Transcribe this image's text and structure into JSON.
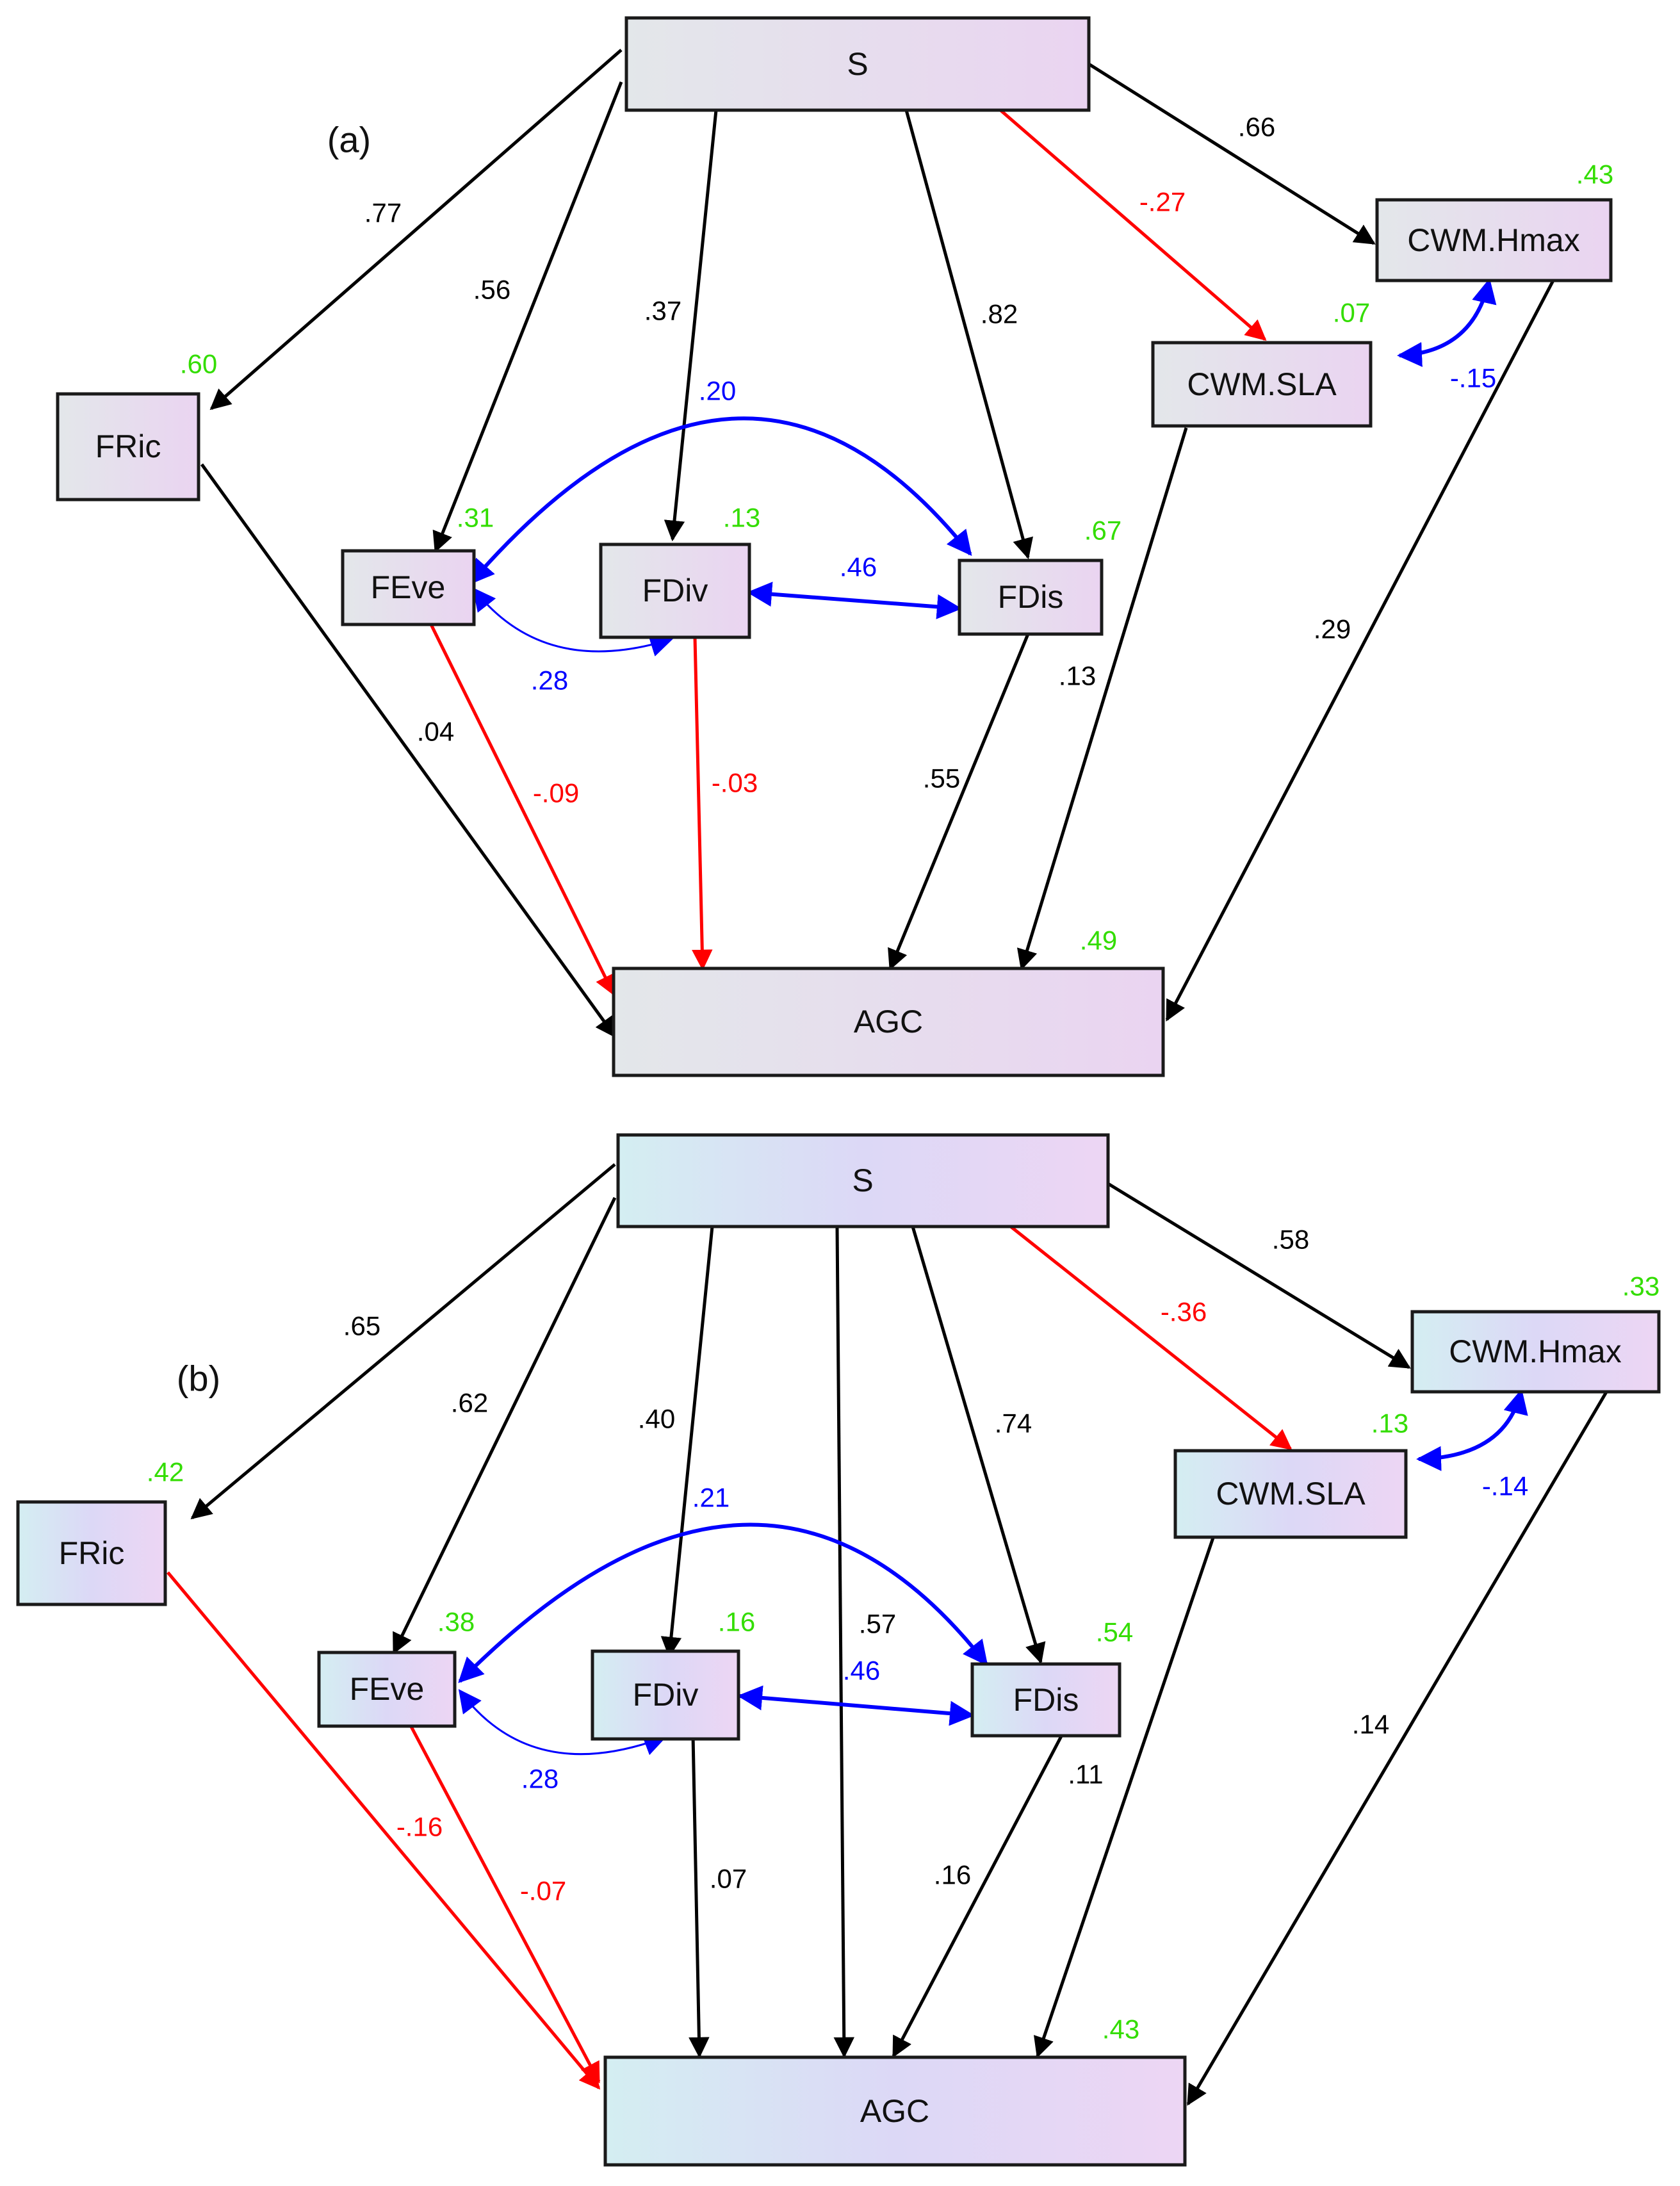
{
  "colors": {
    "positive_path": "#000000",
    "negative_path": "#ff0000",
    "correlation": "#0000ff",
    "r_squared": "#33dd00"
  },
  "panels": [
    {
      "label": "(a)",
      "nodes": {
        "S": {
          "label": "S"
        },
        "FRic": {
          "label": "FRic",
          "r2": ".60"
        },
        "FEve": {
          "label": "FEve",
          "r2": ".31"
        },
        "FDiv": {
          "label": "FDiv",
          "r2": ".13"
        },
        "FDis": {
          "label": "FDis",
          "r2": ".67"
        },
        "CWM_SLA": {
          "label": "CWM.SLA",
          "r2": ".07"
        },
        "CWM_Hmax": {
          "label": "CWM.Hmax",
          "r2": ".43"
        },
        "AGC": {
          "label": "AGC",
          "r2": ".49"
        }
      },
      "paths": [
        {
          "from": "S",
          "to": "FRic",
          "coef": ".77",
          "sign": "positive"
        },
        {
          "from": "S",
          "to": "FEve",
          "coef": ".56",
          "sign": "positive"
        },
        {
          "from": "S",
          "to": "FDiv",
          "coef": ".37",
          "sign": "positive"
        },
        {
          "from": "S",
          "to": "FDis",
          "coef": ".82",
          "sign": "positive"
        },
        {
          "from": "S",
          "to": "CWM_SLA",
          "coef": "-.27",
          "sign": "negative"
        },
        {
          "from": "S",
          "to": "CWM_Hmax",
          "coef": ".66",
          "sign": "positive"
        },
        {
          "from": "FRic",
          "to": "AGC",
          "coef": ".04",
          "sign": "positive"
        },
        {
          "from": "FEve",
          "to": "AGC",
          "coef": "-.09",
          "sign": "negative"
        },
        {
          "from": "FDiv",
          "to": "AGC",
          "coef": "-.03",
          "sign": "negative"
        },
        {
          "from": "FDis",
          "to": "AGC",
          "coef": ".55",
          "sign": "positive"
        },
        {
          "from": "CWM_SLA",
          "to": "AGC",
          "coef": ".13",
          "sign": "positive"
        },
        {
          "from": "CWM_Hmax",
          "to": "AGC",
          "coef": ".29",
          "sign": "positive"
        }
      ],
      "correlations": [
        {
          "between": [
            "FEve",
            "FDis"
          ],
          "coef": ".20"
        },
        {
          "between": [
            "FDiv",
            "FDis"
          ],
          "coef": ".46"
        },
        {
          "between": [
            "FEve",
            "FDiv"
          ],
          "coef": ".28"
        },
        {
          "between": [
            "CWM_SLA",
            "CWM_Hmax"
          ],
          "coef": "-.15"
        }
      ]
    },
    {
      "label": "(b)",
      "nodes": {
        "S": {
          "label": "S"
        },
        "FRic": {
          "label": "FRic",
          "r2": ".42"
        },
        "FEve": {
          "label": "FEve",
          "r2": ".38"
        },
        "FDiv": {
          "label": "FDiv",
          "r2": ".16"
        },
        "FDis": {
          "label": "FDis",
          "r2": ".54"
        },
        "CWM_SLA": {
          "label": "CWM.SLA",
          "r2": ".13"
        },
        "CWM_Hmax": {
          "label": "CWM.Hmax",
          "r2": ".33"
        },
        "AGC": {
          "label": "AGC",
          "r2": ".43"
        }
      },
      "paths": [
        {
          "from": "S",
          "to": "FRic",
          "coef": ".65",
          "sign": "positive"
        },
        {
          "from": "S",
          "to": "FEve",
          "coef": ".62",
          "sign": "positive"
        },
        {
          "from": "S",
          "to": "FDiv",
          "coef": ".40",
          "sign": "positive"
        },
        {
          "from": "S",
          "to": "AGC",
          "coef": ".57",
          "sign": "positive"
        },
        {
          "from": "S",
          "to": "FDis",
          "coef": ".74",
          "sign": "positive"
        },
        {
          "from": "S",
          "to": "CWM_SLA",
          "coef": "-.36",
          "sign": "negative"
        },
        {
          "from": "S",
          "to": "CWM_Hmax",
          "coef": ".58",
          "sign": "positive"
        },
        {
          "from": "FRic",
          "to": "AGC",
          "coef": "-.16",
          "sign": "negative"
        },
        {
          "from": "FEve",
          "to": "AGC",
          "coef": "-.07",
          "sign": "negative"
        },
        {
          "from": "FDiv",
          "to": "AGC",
          "coef": ".07",
          "sign": "positive"
        },
        {
          "from": "FDis",
          "to": "AGC",
          "coef": ".16",
          "sign": "positive"
        },
        {
          "from": "CWM_SLA",
          "to": "AGC",
          "coef": ".11",
          "sign": "positive"
        },
        {
          "from": "CWM_Hmax",
          "to": "AGC",
          "coef": ".14",
          "sign": "positive"
        }
      ],
      "correlations": [
        {
          "between": [
            "FEve",
            "FDis"
          ],
          "coef": ".21"
        },
        {
          "between": [
            "FDiv",
            "FDis"
          ],
          "coef": ".46"
        },
        {
          "between": [
            "FEve",
            "FDiv"
          ],
          "coef": ".28"
        },
        {
          "between": [
            "CWM_SLA",
            "CWM_Hmax"
          ],
          "coef": "-.14"
        }
      ]
    }
  ]
}
